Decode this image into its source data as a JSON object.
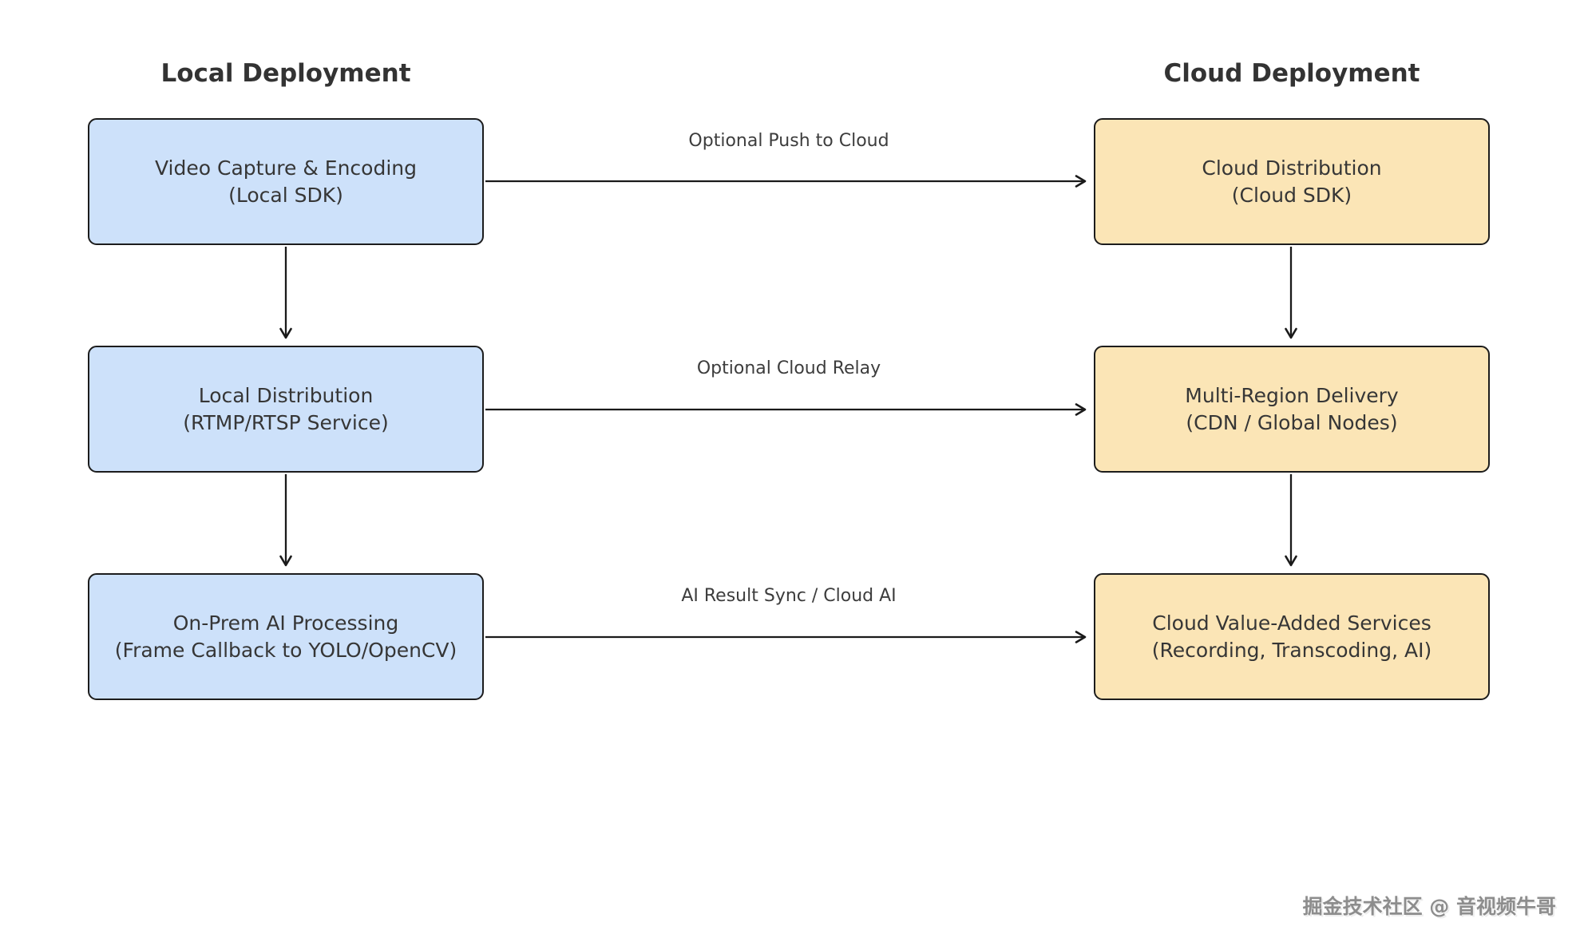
{
  "diagram": {
    "local_column": {
      "title": "Local Deployment",
      "boxes": [
        {
          "line1": "Video Capture & Encoding",
          "line2": "(Local SDK)"
        },
        {
          "line1": "Local Distribution",
          "line2": "(RTMP/RTSP Service)"
        },
        {
          "line1": "On-Prem AI Processing",
          "line2": "(Frame Callback to YOLO/OpenCV)"
        }
      ]
    },
    "cloud_column": {
      "title": "Cloud Deployment",
      "boxes": [
        {
          "line1": "Cloud Distribution",
          "line2": "(Cloud SDK)"
        },
        {
          "line1": "Multi-Region Delivery",
          "line2": "(CDN / Global Nodes)"
        },
        {
          "line1": "Cloud Value-Added Services",
          "line2": "(Recording, Transcoding, AI)"
        }
      ]
    },
    "edge_labels": [
      {
        "text": "Optional Push to Cloud"
      },
      {
        "text": "Optional Cloud Relay"
      },
      {
        "text": "AI Result Sync / Cloud AI"
      }
    ],
    "watermark": "掘金技术社区 @ 音视频牛哥",
    "colors": {
      "local_box_fill": "#cde1fa",
      "cloud_box_fill": "#fbe5b6",
      "arrow_stroke": "#1a1a1a",
      "box_border": "#1c1c1c",
      "text": "#363636"
    }
  }
}
